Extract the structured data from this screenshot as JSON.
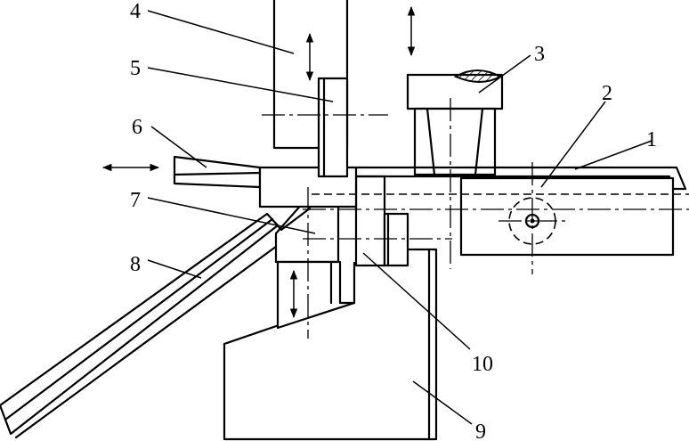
{
  "figure": {
    "callouts": [
      {
        "id": "1",
        "label": "1"
      },
      {
        "id": "2",
        "label": "2"
      },
      {
        "id": "3",
        "label": "3"
      },
      {
        "id": "4",
        "label": "4"
      },
      {
        "id": "5",
        "label": "5"
      },
      {
        "id": "6",
        "label": "6"
      },
      {
        "id": "7",
        "label": "7"
      },
      {
        "id": "8",
        "label": "8"
      },
      {
        "id": "9",
        "label": "9"
      },
      {
        "id": "10",
        "label": "10"
      }
    ],
    "motion_arrows": [
      {
        "part": "4",
        "direction": "vertical"
      },
      {
        "part": "3",
        "direction": "vertical"
      },
      {
        "part": "6",
        "direction": "horizontal"
      },
      {
        "part": "7",
        "direction": "vertical"
      }
    ]
  }
}
